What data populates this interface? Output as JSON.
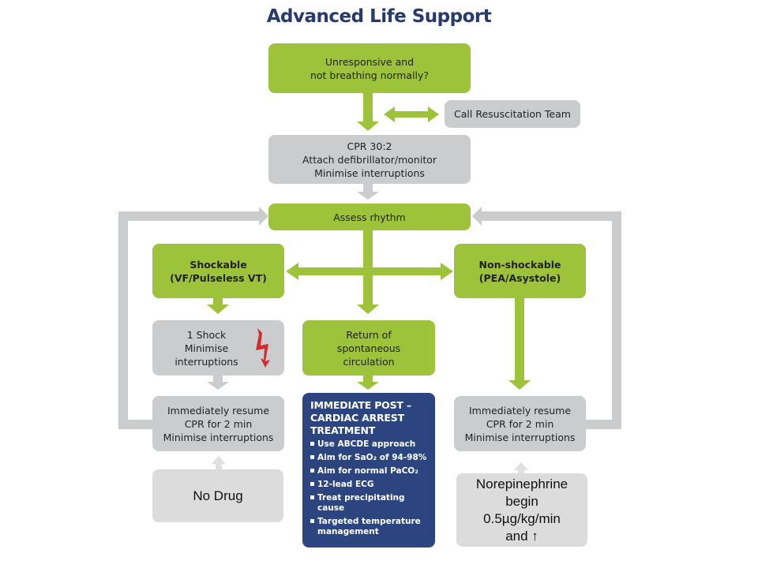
{
  "title": "Advanced Life Support",
  "colors": {
    "green": "#9dc33b",
    "grey": "#cbccce",
    "light_grey": "#dcdcdc",
    "navy": "#2c4580",
    "title": "#263a6e",
    "shock_red": "#d42a2a"
  },
  "nodes": {
    "unresponsive": [
      "Unresponsive and",
      "not breathing normally?"
    ],
    "call_team": "Call Resuscitation Team",
    "cpr": [
      "CPR 30:2",
      "Attach defibrillator/monitor",
      "Minimise interruptions"
    ],
    "assess": "Assess rhythm",
    "shockable": [
      "Shockable",
      "(VF/Pulseless VT)"
    ],
    "non_shockable": [
      "Non-shockable",
      "(PEA/Asystole)"
    ],
    "shock": [
      "1 Shock",
      "Minimise",
      "interruptions"
    ],
    "rosc": [
      "Return of",
      "spontaneous",
      "circulation"
    ],
    "resume_left": [
      "Immediately resume",
      "CPR for 2 min",
      "Minimise interruptions"
    ],
    "resume_right": [
      "Immediately resume",
      "CPR for 2 min",
      "Minimise interruptions"
    ],
    "post_arrest": {
      "header": [
        "IMMEDIATE POST –",
        "CARDIAC ARREST",
        "TREATMENT"
      ],
      "items": [
        "Use ABCDE approach",
        "Aim for SaO₂ of 94-98%",
        "Aim for normal PaCO₂",
        "12-lead ECG",
        "Treat precipitating cause",
        "Targeted temperature management"
      ]
    },
    "no_drug": "No Drug",
    "norepinephrine": [
      "Norepinephrine",
      "begin",
      "0.5µg/kg/min",
      "and ↑"
    ]
  },
  "icons": {
    "shock": "lightning-bolt"
  }
}
